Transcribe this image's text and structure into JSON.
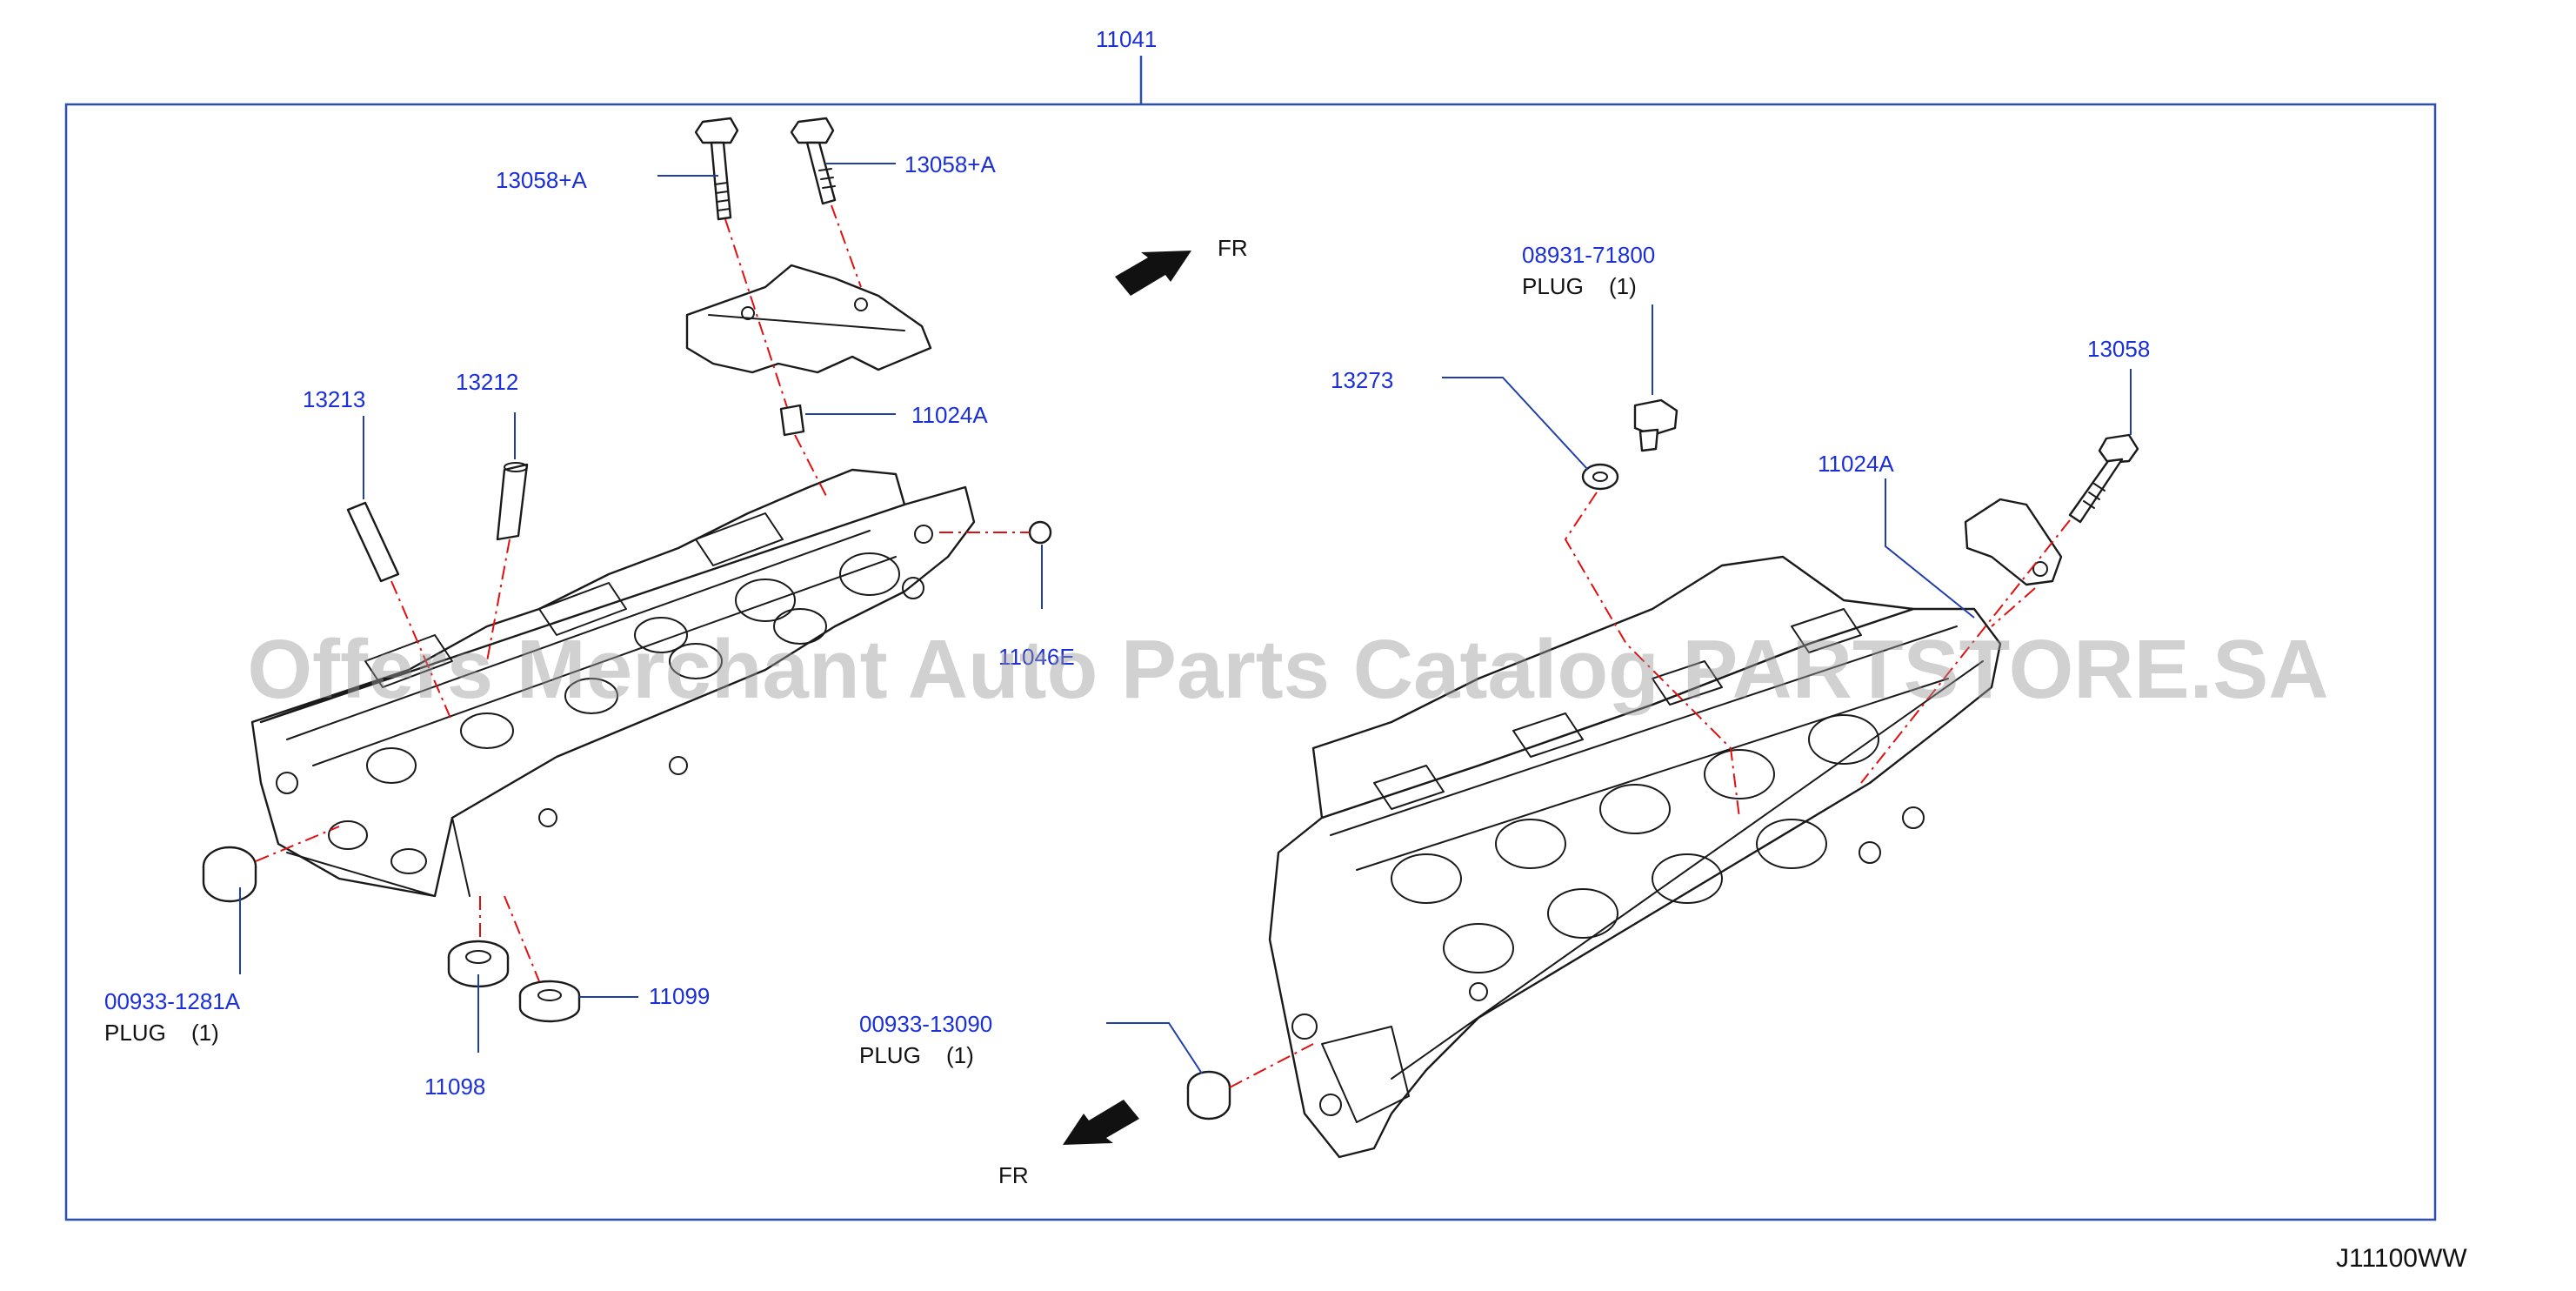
{
  "assembly_number": "11041",
  "diagram_code": "J11100WW",
  "watermark": "Offers Merchant Auto Parts Catalog PARTSTORE.SA",
  "colors": {
    "frame": "#2a4fb0",
    "label": "#1a2fd8",
    "centerline": "#e01010"
  },
  "labels": {
    "bolt_a_left": "13058+A",
    "bolt_a_right": "13058+A",
    "fr_top": "FR",
    "plug_right_top_number": "08931-71800",
    "plug_right_top_name": "PLUG",
    "plug_right_top_qty": "(1)",
    "bolt_right": "13058",
    "washer_right": "13273",
    "bracket_right": "11024A",
    "bracket_left": "11024A",
    "guide_13213": "13213",
    "guide_13212": "13212",
    "plug_left_number": "00933-1281A",
    "plug_left_name": "PLUG",
    "plug_left_qty": "(1)",
    "seal_11099": "11099",
    "seal_11098": "11098",
    "plug_right_bottom_number": "00933-13090",
    "plug_right_bottom_name": "PLUG",
    "plug_right_bottom_qty": "(1)",
    "fr_bottom": "FR",
    "obscured_label": "11046E"
  }
}
